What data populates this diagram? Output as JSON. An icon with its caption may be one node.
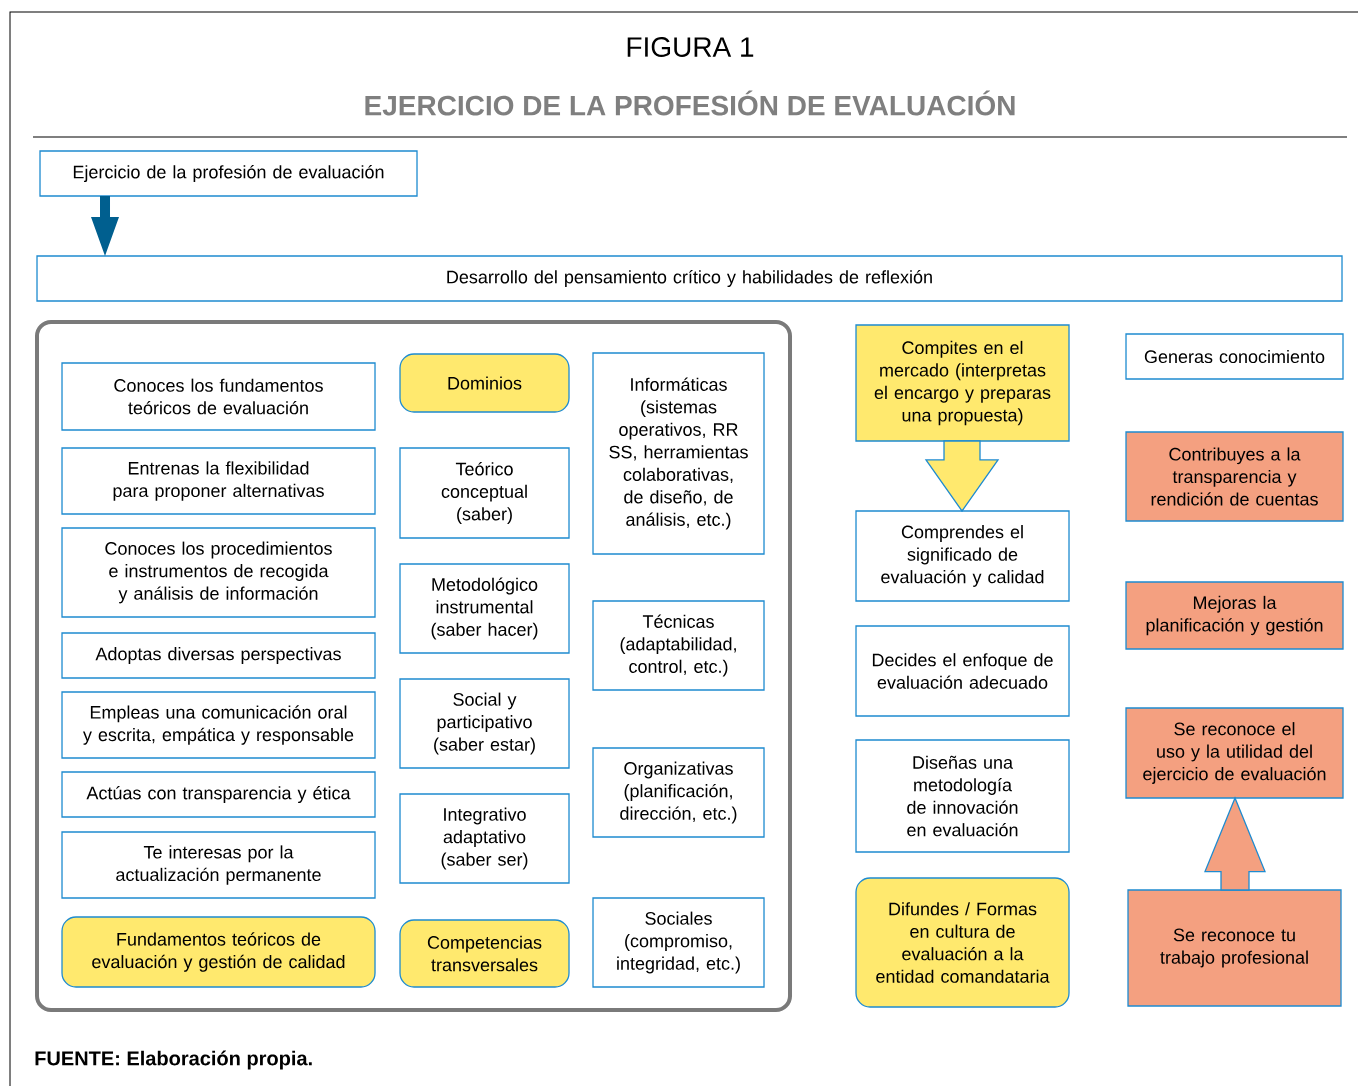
{
  "diagram": {
    "title": "EJERCICIO DE LA PROFESIÓN DE EVALUACIÓN",
    "caption": "FUENTE: Elaboración propia.",
    "labels": [
      "FIGURA 1"
    ],
    "nodes": [
      {
        "text": [
          "Ejercicio de la profesión de evaluación"
        ]
      },
      {
        "text": [
          "Desarrollo del pensamiento crítico y habilidades de reflexión"
        ]
      },
      {
        "text": [],
        "shape": "box"
      },
      {
        "text": [
          "Conoces los fundamentos teóricos de evaluación"
        ],
        "in": 2
      },
      {
        "text": [
          "Entrenas la flexibilidad para proponer alternativas"
        ],
        "in": 2
      },
      {
        "text": [
          "Conoces los procedimientos e instrumentos de recogida y análisis de información"
        ],
        "in": 2
      },
      {
        "text": [
          "Adoptas diversas perspectivas"
        ],
        "in": 2
      },
      {
        "text": [
          "Empleas una comunicación oral y escrita, empática y responsable"
        ],
        "in": 2
      },
      {
        "text": [
          "Actúas con transparencia y ética"
        ],
        "in": 2
      },
      {
        "text": [
          "Te interesas por la actualización permanente"
        ],
        "in": 2
      },
      {
        "text": [
          "Fundamentos teóricos de evaluación y gestión de calidad"
        ],
        "in": 2
      },
      {
        "text": [
          "Dominios"
        ],
        "in": 2
      },
      {
        "text": [
          "Teórico conceptual (saber)"
        ],
        "in": 2
      },
      {
        "text": [
          "Metodológico instrumental (saber hacer)"
        ],
        "in": 2
      },
      {
        "text": [
          "Social y participativo (saber estar)"
        ],
        "in": 2
      },
      {
        "text": [
          "Integrativo adaptativo (saber ser)"
        ],
        "in": 2
      },
      {
        "text": [
          "Competencias transversales"
        ],
        "in": 2
      },
      {
        "text": [
          "Informáticas (sistemas operativos, RR SS, herramientas colaborativas, de diseño, de análisis, etc.)"
        ],
        "in": 2
      },
      {
        "text": [
          "Técnicas (adaptabilidad, control, etc.)"
        ],
        "in": 2
      },
      {
        "text": [
          "Organizativas (planificación, dirección, etc.)"
        ],
        "in": 2
      },
      {
        "text": [
          "Sociales (compromiso, integridad, etc.)"
        ],
        "in": 2
      },
      {
        "text": [
          "Compites en el mercado (interpretas el encargo y preparas una propuesta)"
        ]
      },
      {
        "text": [
          "Generas conocimiento"
        ]
      },
      {
        "text": [
          "Contribuyes a la transparencia y rendición de cuentas"
        ]
      },
      {
        "text": [
          "Comprendes el significado de evaluación y calidad"
        ]
      },
      {
        "text": [
          "Mejoras la planificación y gestión"
        ]
      },
      {
        "text": [
          "Decides el enfoque de evaluación adecuado"
        ]
      },
      {
        "text": [
          "Se reconoce el uso y la utilidad del ejercicio de evaluación"
        ]
      },
      {
        "text": [
          "Diseñas una metodología de innovación en evaluación"
        ]
      },
      {
        "text": [
          "Difundes / Formas en cultura de evaluación a la entidad comandataria"
        ]
      },
      {
        "text": [
          "Se reconoce tu trabajo profesional"
        ]
      }
    ],
    "edges": [
      {
        "from": 0,
        "to": 1,
        "arrow": "to",
        "style": "thick",
        "color": "#005f8f"
      },
      {
        "from": 21,
        "to": 24,
        "arrow": "to",
        "style": "thick",
        "color": "#ffe96e"
      },
      {
        "from": 30,
        "to": 27,
        "arrow": "to",
        "style": "thick",
        "color": "#f4a080"
      }
    ]
  }
}
